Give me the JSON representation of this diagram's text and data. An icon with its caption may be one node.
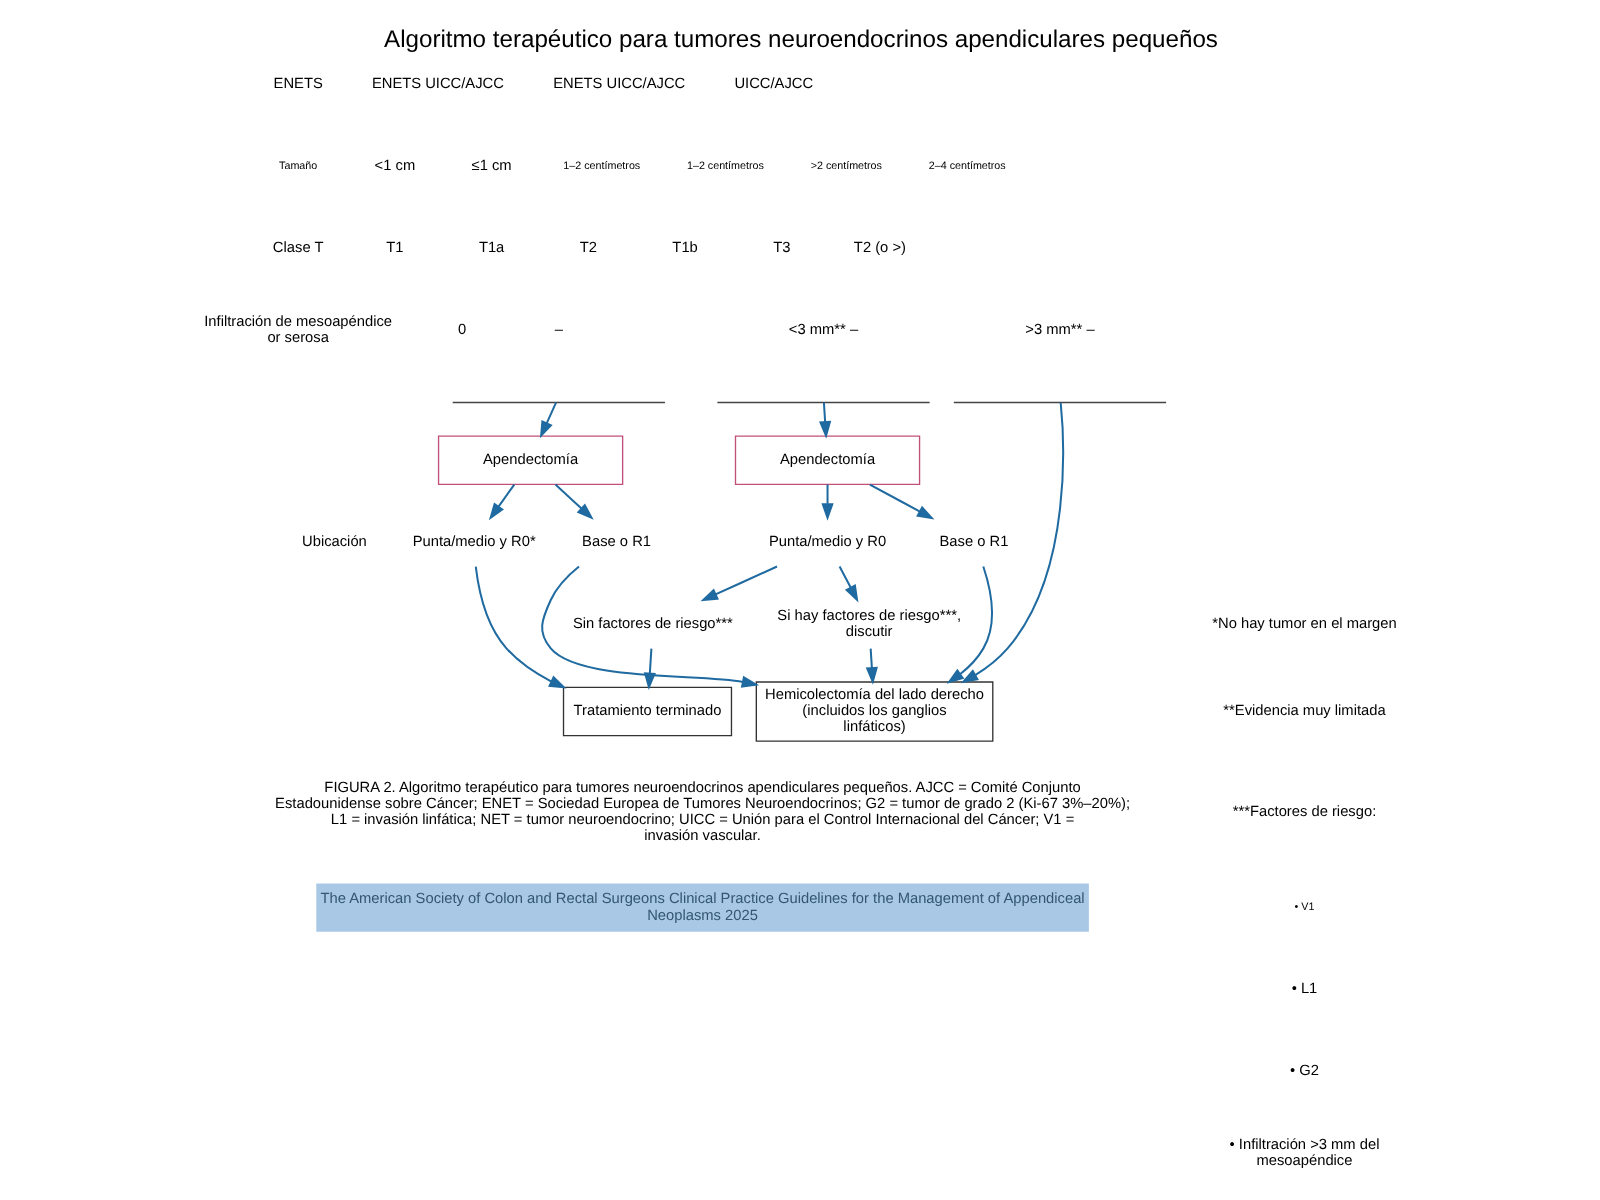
{
  "diagram": {
    "title": "Algoritmo terapéutico para tumores neuroendocrinos apendiculares pequeños",
    "nodes": [
      {
        "text": [],
        "shape": "brace"
      },
      {
        "text": [],
        "shape": "brace"
      },
      {
        "text": [],
        "shape": "brace"
      },
      {
        "text": [
          "Apendectomía"
        ]
      },
      {
        "text": [
          "Apendectomía"
        ]
      },
      {
        "text": [
          "Punta/medio y R0*"
        ]
      },
      {
        "text": [
          "Base o R1"
        ]
      },
      {
        "text": [
          "Punta/medio y R0"
        ]
      },
      {
        "text": [
          "Base o R1"
        ]
      },
      {
        "text": [
          "Sin factores de riesgo***"
        ]
      },
      {
        "text": [
          "Si hay factores de riesgo***, discutir"
        ]
      },
      {
        "text": [
          "Tratamiento terminado"
        ]
      },
      {
        "text": [
          "Hemicolectomía del lado derecho (incluidos los ganglios linfáticos)"
        ]
      }
    ],
    "edges": [
      {
        "from": 0,
        "to": 3,
        "arrow": "to"
      },
      {
        "from": 1,
        "to": 4,
        "arrow": "to"
      },
      {
        "from": 2,
        "to": 12,
        "arrow": "to"
      },
      {
        "from": 3,
        "to": 5,
        "arrow": "to"
      },
      {
        "from": 3,
        "to": 6,
        "arrow": "to"
      },
      {
        "from": 4,
        "to": 7,
        "arrow": "to"
      },
      {
        "from": 4,
        "to": 8,
        "arrow": "to"
      },
      {
        "from": 5,
        "to": 11,
        "arrow": "to"
      },
      {
        "from": 6,
        "to": 12,
        "arrow": "to"
      },
      {
        "from": 7,
        "to": 9,
        "arrow": "to"
      },
      {
        "from": 7,
        "to": 10,
        "arrow": "to"
      },
      {
        "from": 9,
        "to": 11,
        "arrow": "to"
      },
      {
        "from": 10,
        "to": 12,
        "arrow": "to"
      },
      {
        "from": 8,
        "to": 12,
        "arrow": "to"
      }
    ],
    "labels": [
      "ENETS",
      "ENETS UICC/AJCC",
      "ENETS UICC/AJCC",
      "UICC/AJCC",
      "Tamaño",
      "<1 cm",
      "≤1 cm",
      "1–2 centímetros",
      "1–2 centímetros",
      ">2 centímetros",
      "2–4 centímetros",
      "Clase T",
      "T1",
      "T1a",
      "T2",
      "T1b",
      "T3",
      "T2 (o >)",
      "Infiltración de mesoapéndice or serosa",
      "0",
      "–",
      "<3 mm** –",
      ">3 mm** –",
      "Ubicación",
      "*No hay tumor en el margen",
      "**Evidencia muy limitada",
      "***Factores de riesgo:",
      "• V1",
      "• L1",
      "• G2",
      "• Infiltración >3 mm del mesoapéndice",
      "FIGURA 2. Algoritmo terapéutico para tumores neuroendocrinos apendiculares pequeños. AJCC = Comité Conjunto Estadounidense sobre Cáncer; ENET = Sociedad Europea de Tumores Neuroendocrinos; G2 = tumor de grado 2 (Ki-67 3%–20%); L1 = invasión linfática; NET = tumor neuroendocrino; UICC = Unión para el Control Internacional del Cáncer; V1 = invasión vascular.",
      "The American Society of Colon and Rectal Surgeons Clinical Practice Guidelines for the Management of Appendiceal Neoplasms 2025"
    ]
  }
}
